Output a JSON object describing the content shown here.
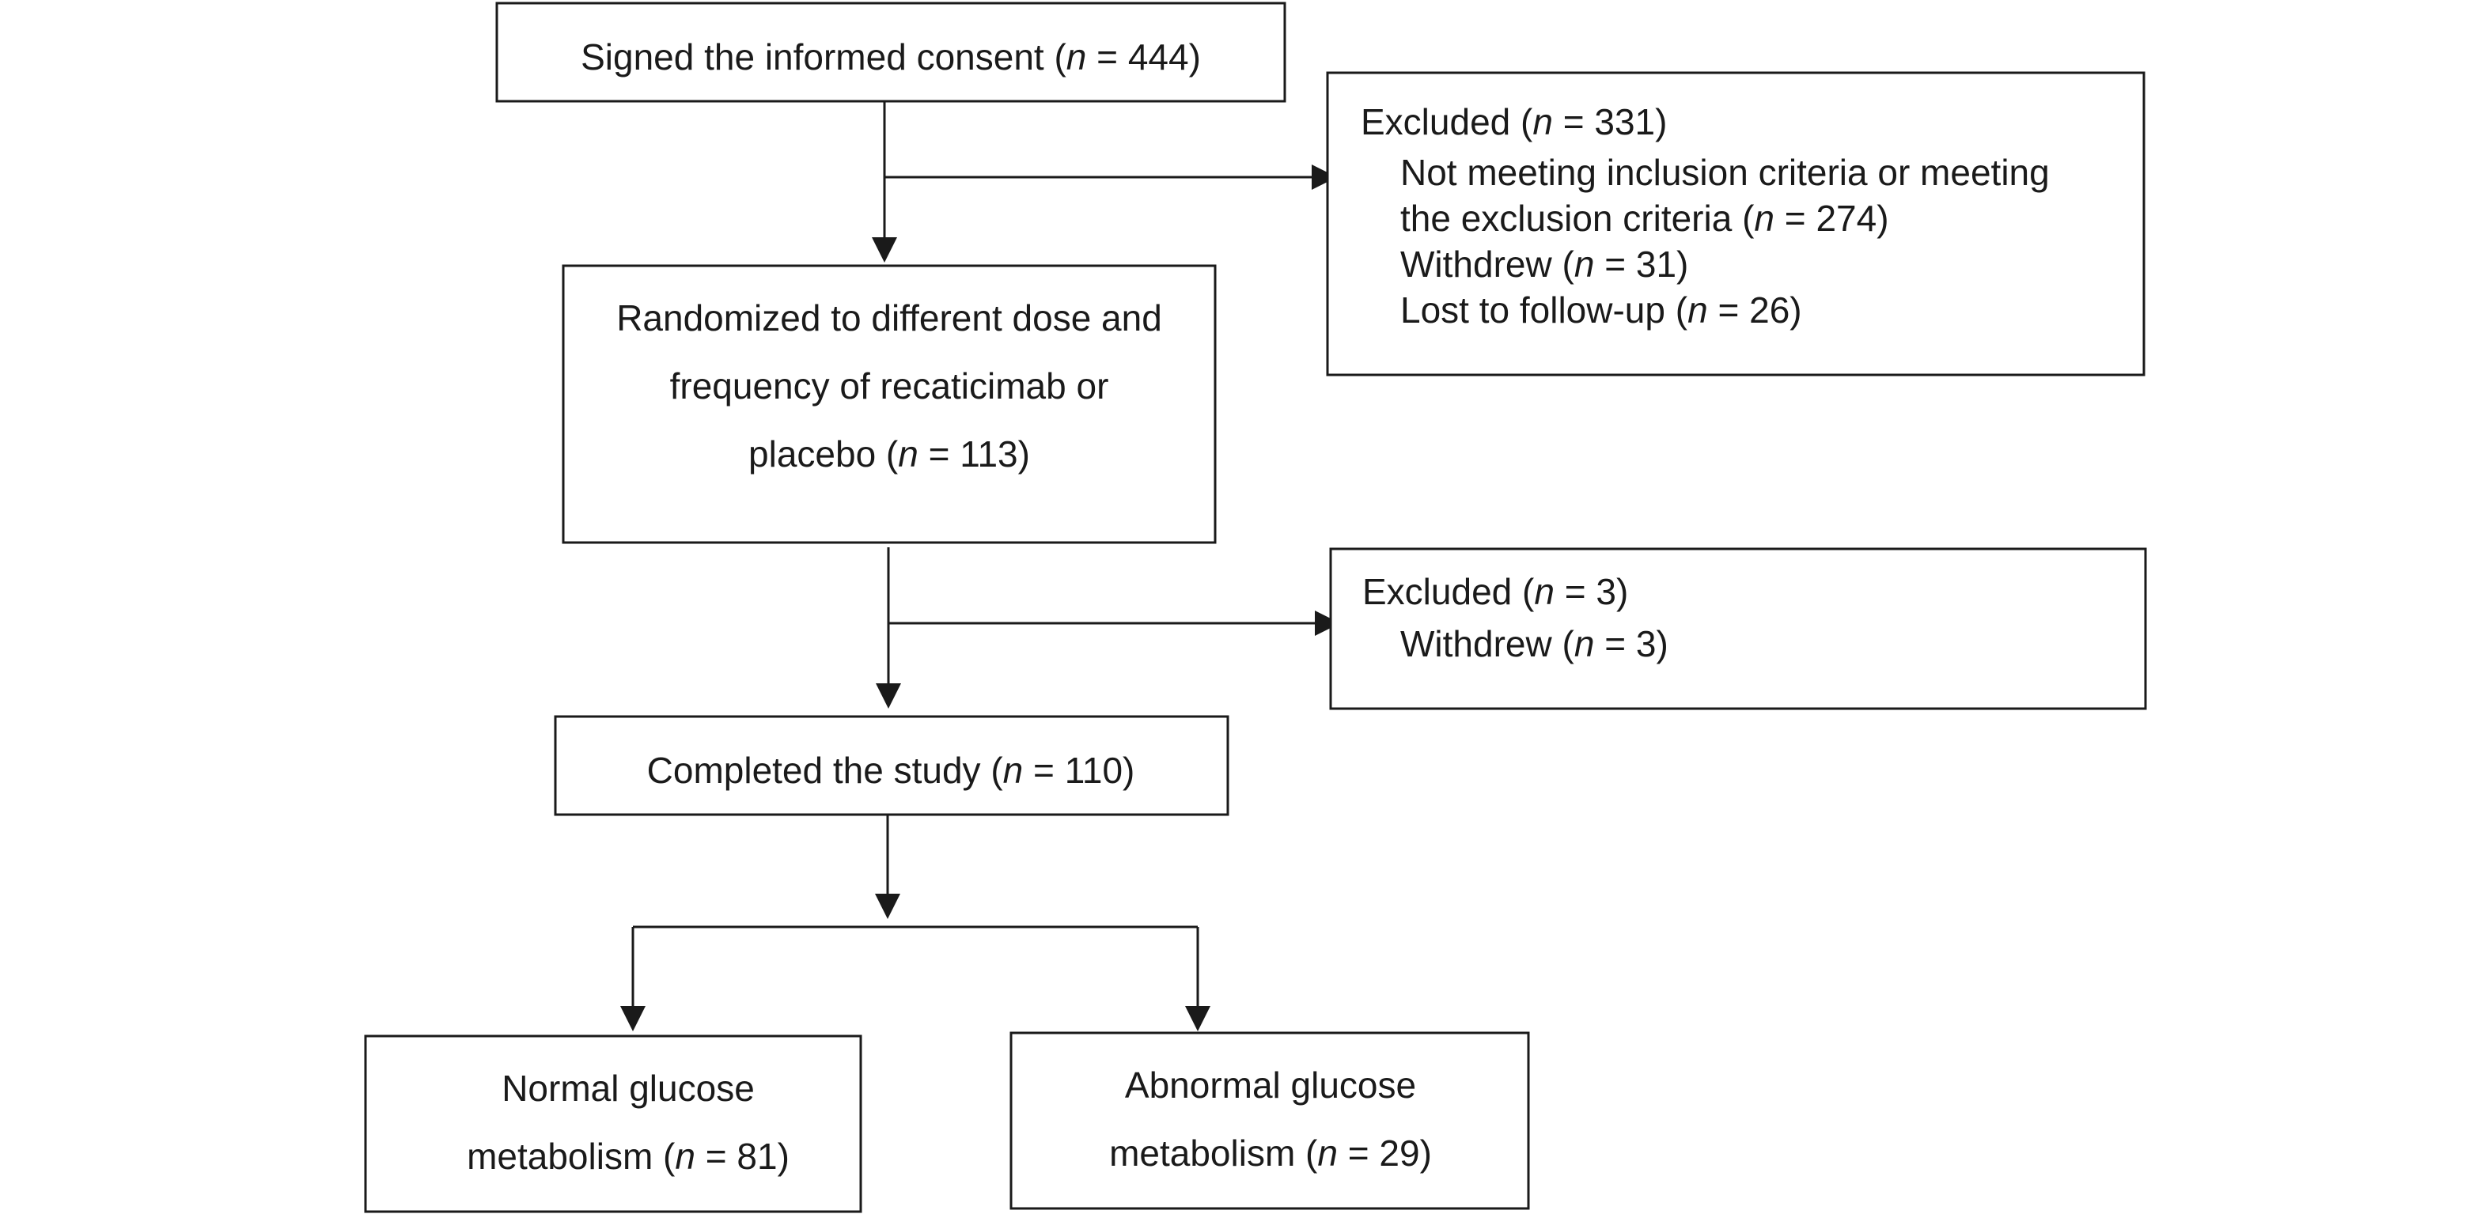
{
  "consent": {
    "label": "Signed the informed consent",
    "n": "444"
  },
  "excluded1": {
    "label": "Excluded",
    "n": "331",
    "items": [
      {
        "pre": "Not meeting inclusion criteria or meeting",
        "n": null
      },
      {
        "pre": "the exclusion criteria",
        "n": "274"
      },
      {
        "pre": "Withdrew",
        "n": "31"
      },
      {
        "pre": "Lost to follow-up",
        "n": "26"
      }
    ]
  },
  "randomized": {
    "lines": [
      "Randomized to different dose and",
      "frequency of recaticimab or"
    ],
    "last": "placebo",
    "n": "113"
  },
  "excluded2": {
    "label": "Excluded",
    "n": "3",
    "items": [
      {
        "pre": "Withdrew",
        "n": "3"
      }
    ]
  },
  "completed": {
    "label": "Completed the study",
    "n": "110"
  },
  "normal": {
    "line1": "Normal glucose",
    "line2": "metabolism",
    "n": "81"
  },
  "abnormal": {
    "line1": "Abnormal glucose",
    "line2": "metabolism",
    "n": "29"
  },
  "n_symbol": "n"
}
